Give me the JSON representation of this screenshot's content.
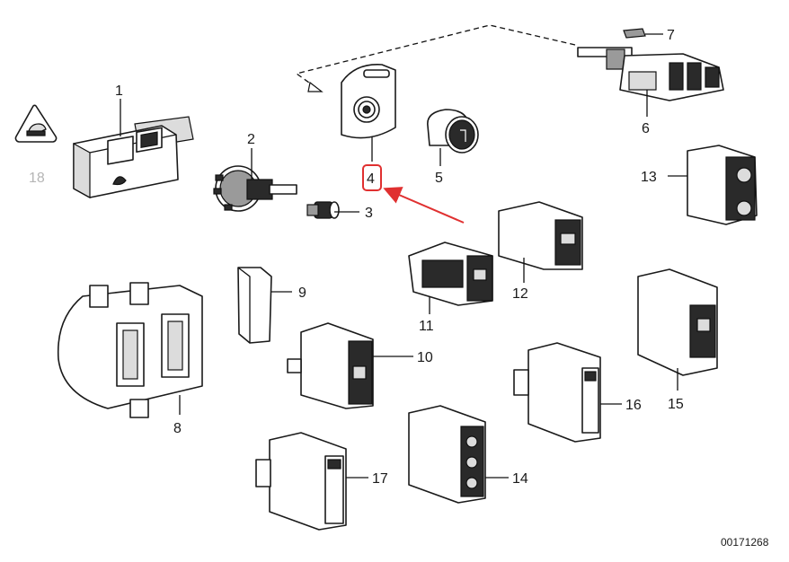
{
  "labels": {
    "p1": "1",
    "p2": "2",
    "p3": "3",
    "p4": "4",
    "p5": "5",
    "p6": "6",
    "p7": "7",
    "p8": "8",
    "p9": "9",
    "p10": "10",
    "p11": "11",
    "p12": "12",
    "p13": "13",
    "p14": "14",
    "p15": "15",
    "p16": "16",
    "p17": "17",
    "p18": "18"
  },
  "diagram_number": "00171268",
  "colors": {
    "highlight": "#e03030",
    "line": "#1a1a1a",
    "faded_label": "#b5b5b5"
  }
}
